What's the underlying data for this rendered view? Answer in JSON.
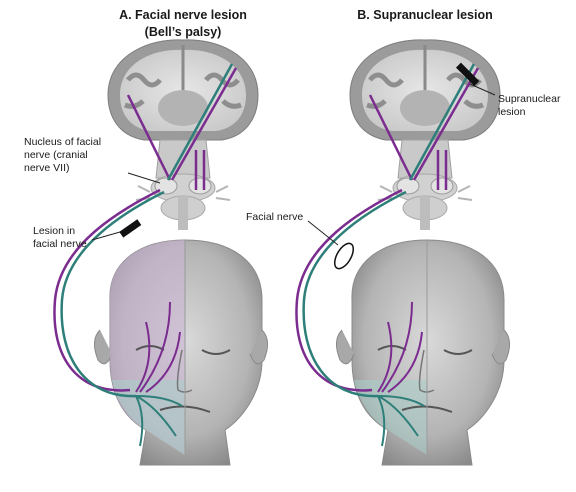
{
  "panel_a": {
    "title": "A. Facial nerve lesion",
    "subtitle": "(Bell’s palsy)",
    "label_nucleus_line1": "Nucleus of facial",
    "label_nucleus_line2": "nerve (cranial",
    "label_nucleus_line3": "nerve VII)",
    "label_lesion_line1": "Lesion in",
    "label_lesion_line2": "facial nerve"
  },
  "panel_b": {
    "title": "B. Supranuclear lesion",
    "label_supra_line1": "Supranuclear",
    "label_supra_line2": "lesion",
    "label_facial_nerve": "Facial nerve"
  },
  "colors": {
    "purple_tract": "#7b2c8f",
    "teal_tract": "#2e7f7a",
    "cortex_gray": "#9a9a9a",
    "white_matter": "#d8d8d8",
    "skin": "#a9a9a9",
    "affected_tint_a": "#c9b6d3",
    "affected_tint_b": "#b7c7c7"
  }
}
